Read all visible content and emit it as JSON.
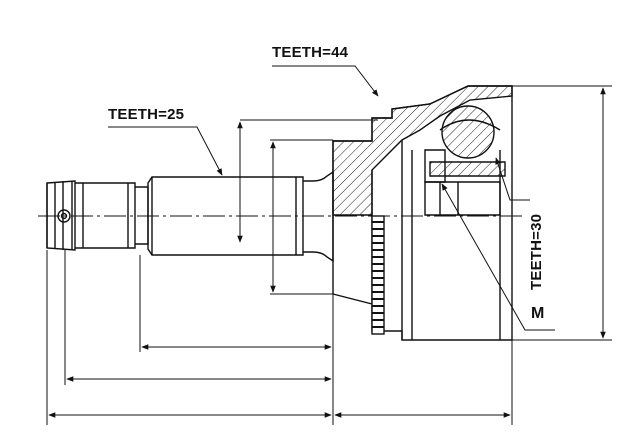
{
  "labels": {
    "teeth_44": "TEETH=44",
    "teeth_25": "TEETH=25",
    "teeth_30": "TEETH=30",
    "m": "M"
  }
}
